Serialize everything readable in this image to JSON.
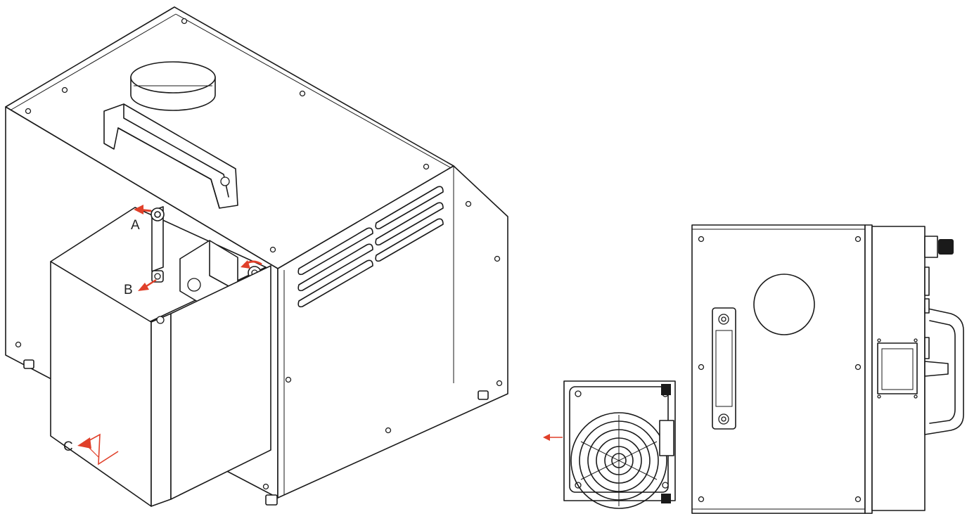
{
  "labels": {
    "a": "A",
    "b": "B",
    "c": "C"
  },
  "colors": {
    "line": "#1a1a1a",
    "arrow": "#e0402a",
    "background": "#ffffff"
  }
}
